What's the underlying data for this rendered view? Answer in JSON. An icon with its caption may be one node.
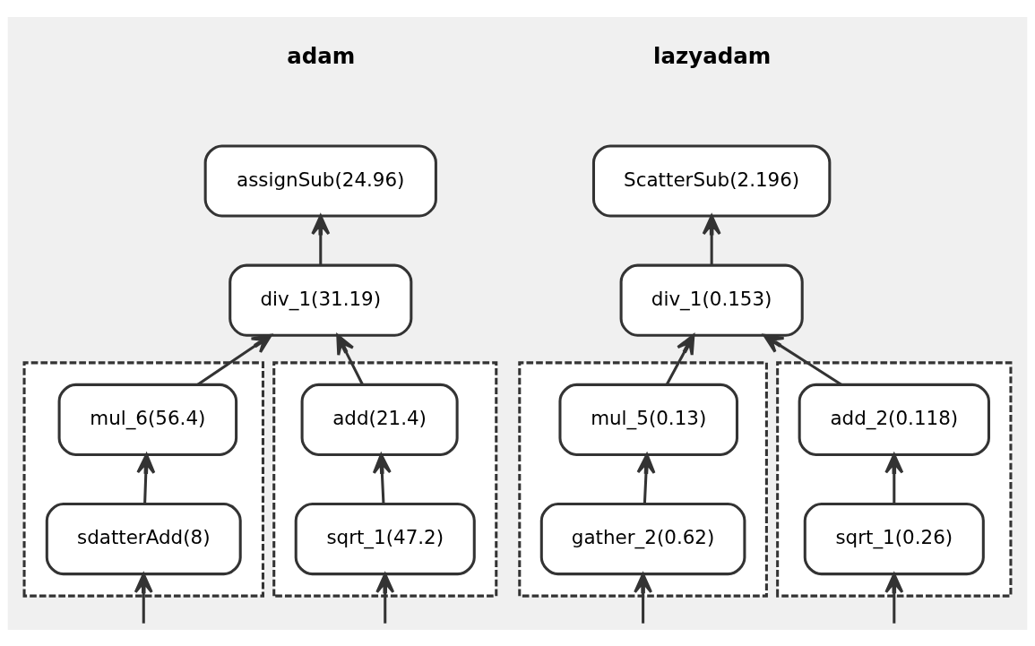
{
  "diagram": {
    "nodes": [
      {
        "text": [
          "assignSub(24.96)"
        ]
      },
      {
        "text": [
          "div_1(31.19)"
        ]
      },
      {
        "text": [],
        "shape": "box"
      },
      {
        "text": [
          "mul_6(56.4)"
        ],
        "in": 2
      },
      {
        "text": [
          "sdatterAdd(8)"
        ],
        "in": 2
      },
      {
        "text": [],
        "shape": "box"
      },
      {
        "text": [
          "add(21.4)"
        ],
        "in": 5
      },
      {
        "text": [
          "sqrt_1(47.2)"
        ],
        "in": 5
      },
      {
        "text": [
          "ScatterSub(2.196)"
        ]
      },
      {
        "text": [
          "div_1(0.153)"
        ]
      },
      {
        "text": [],
        "shape": "box"
      },
      {
        "text": [
          "mul_5(0.13)"
        ],
        "in": 10
      },
      {
        "text": [
          "gather_2(0.62)"
        ],
        "in": 10
      },
      {
        "text": [],
        "shape": "box"
      },
      {
        "text": [
          "add_2(0.118)"
        ],
        "in": 13
      },
      {
        "text": [
          "sqrt_1(0.26)"
        ],
        "in": 13
      }
    ],
    "edges": [
      {
        "from": 1,
        "to": 0,
        "arrow": "to"
      },
      {
        "from": 3,
        "to": 1,
        "arrow": "to"
      },
      {
        "from": 6,
        "to": 1,
        "arrow": "to"
      },
      {
        "from": 4,
        "to": 3,
        "arrow": "to"
      },
      {
        "from": 7,
        "to": 6,
        "arrow": "to"
      },
      {
        "from": null,
        "to": 4,
        "arrow": "to"
      },
      {
        "from": null,
        "to": 7,
        "arrow": "to"
      },
      {
        "from": 9,
        "to": 8,
        "arrow": "to"
      },
      {
        "from": 11,
        "to": 9,
        "arrow": "to"
      },
      {
        "from": 14,
        "to": 9,
        "arrow": "to"
      },
      {
        "from": 12,
        "to": 11,
        "arrow": "to"
      },
      {
        "from": 15,
        "to": 14,
        "arrow": "to"
      },
      {
        "from": null,
        "to": 12,
        "arrow": "to"
      },
      {
        "from": null,
        "to": 15,
        "arrow": "to"
      }
    ],
    "labels": [
      "adam",
      "lazyadam"
    ]
  }
}
